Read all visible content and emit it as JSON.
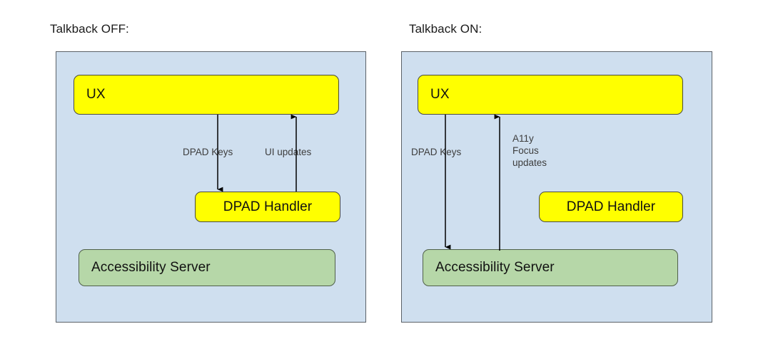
{
  "diagram": {
    "type": "flow-diagram",
    "background_color": "#ffffff",
    "panel_fill": "#cfdfef",
    "panel_stroke": "#5b6268",
    "node_yellow": "#ffff00",
    "node_green": "#b6d7a8",
    "node_stroke": "#4a4a3f",
    "arrow_color": "#000000",
    "panels": [
      {
        "id": "talkback-off",
        "title": "Talkback OFF:",
        "nodes": [
          {
            "id": "ux",
            "label": "UX",
            "color": "yellow",
            "align": "left"
          },
          {
            "id": "dpad-handler",
            "label": "DPAD Handler",
            "color": "yellow",
            "align": "center"
          },
          {
            "id": "accessibility-server",
            "label": "Accessibility Server",
            "color": "green",
            "align": "left"
          }
        ],
        "edges": [
          {
            "id": "dpad-keys",
            "label": "DPAD Keys",
            "from": "ux",
            "to": "dpad-handler",
            "direction": "down"
          },
          {
            "id": "ui-updates",
            "label": "UI updates",
            "from": "dpad-handler",
            "to": "ux",
            "direction": "up"
          }
        ]
      },
      {
        "id": "talkback-on",
        "title": "Talkback ON:",
        "nodes": [
          {
            "id": "ux",
            "label": "UX",
            "color": "yellow",
            "align": "left"
          },
          {
            "id": "dpad-handler",
            "label": "DPAD Handler",
            "color": "yellow",
            "align": "center"
          },
          {
            "id": "accessibility-server",
            "label": "Accessibility Server",
            "color": "green",
            "align": "left"
          }
        ],
        "edges": [
          {
            "id": "dpad-keys",
            "label": "DPAD Keys",
            "from": "ux",
            "to": "accessibility-server",
            "direction": "down"
          },
          {
            "id": "a11y-focus-updates",
            "label": "A11y\nFocus\nupdates",
            "label_lines": [
              "A11y",
              "Focus",
              "updates"
            ],
            "from": "accessibility-server",
            "to": "ux",
            "direction": "up"
          }
        ]
      }
    ]
  }
}
